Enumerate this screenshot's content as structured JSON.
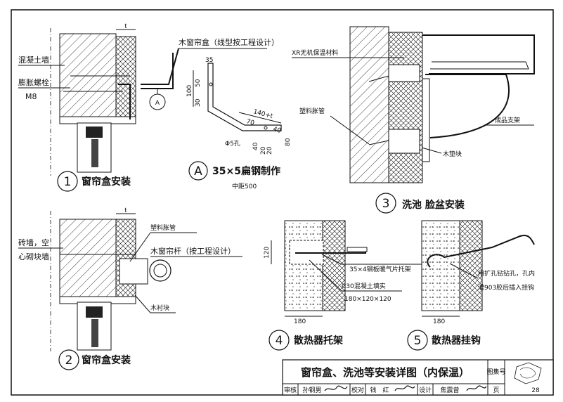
{
  "details": {
    "d1": {
      "number": "1",
      "caption": "窗帘盒安装",
      "labels": {
        "concrete": "混凝土墙",
        "bolt": "膨胀螺栓",
        "bolt_size": "M8",
        "t": "t"
      }
    },
    "dA": {
      "number": "A",
      "caption": "35×5扁钢制作",
      "note": "中距500",
      "box_label": "木窗帘盒（线型按工程设计）",
      "dims": {
        "d35": "35",
        "d100": "100",
        "d50": "50",
        "d30": "30",
        "d140t": "140+t",
        "d70": "70",
        "d40": "40",
        "d80": "80",
        "d20": "20",
        "hole": "Φ5孔"
      },
      "section_mark": "A"
    },
    "d2": {
      "number": "2",
      "caption": "窗帘盒安装",
      "labels": {
        "brick": "砖墙，空",
        "brick2": "心砌块墙",
        "plastic": "塑料胀管",
        "rod": "木窗帘杆（按工程设计）",
        "liner": "木衬块",
        "t": "t"
      }
    },
    "d3": {
      "number": "3",
      "caption": "洗池   脸盆安装",
      "labels": {
        "xr": "XR无机保温材料",
        "plastic": "塑料胀管",
        "bracket": "成品支架",
        "block": "木垫块"
      }
    },
    "d4": {
      "number": "4",
      "caption": "散热器托架",
      "labels": {
        "steel": "35×4钢板暖气片托架",
        "c30": "C30混凝土填实",
        "size": "180×120×120"
      },
      "dims": {
        "d120": "120",
        "d180": "180"
      }
    },
    "d5": {
      "number": "5",
      "caption": "散热器挂钩",
      "labels": {
        "note1": "用扩孔钻钻孔，孔内",
        "note2": "灌903胶后插入挂钩"
      },
      "dims": {
        "d180": "180"
      }
    }
  },
  "title_block": {
    "title": "窗帘盒、洗池等安装详图（内保温）",
    "atlas_label": "图集号",
    "page_label": "页",
    "page_num": "28",
    "roles": {
      "review": "审核",
      "review_name": "孙钢男",
      "check": "校对",
      "check_name": "钱　红",
      "design": "设计",
      "design_name": "焦震曾"
    }
  }
}
